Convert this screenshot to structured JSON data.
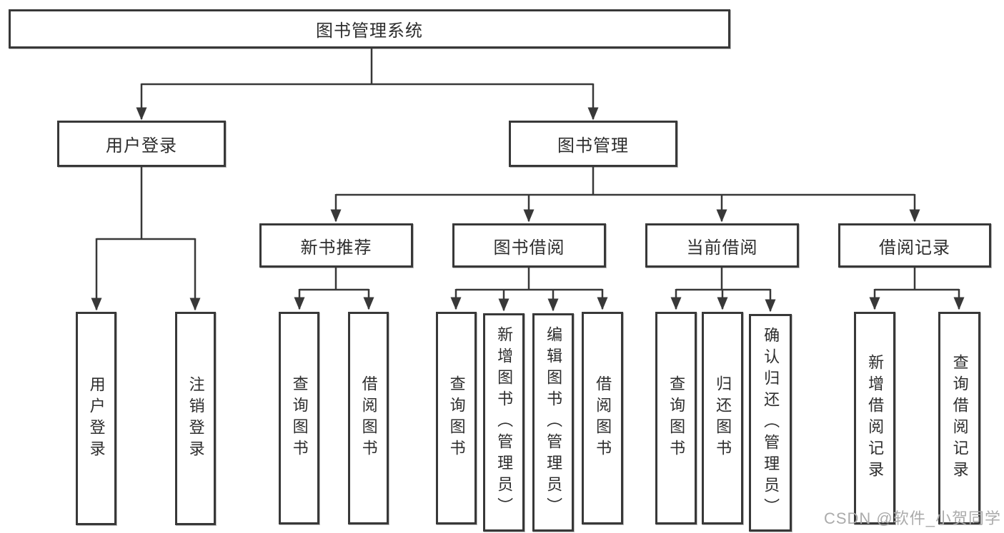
{
  "tree": {
    "root": {
      "label": "图书管理系统",
      "children": [
        {
          "label": "用户登录",
          "children": [
            {
              "label": "用户登录"
            },
            {
              "label": "注销登录"
            }
          ]
        },
        {
          "label": "图书管理",
          "children": [
            {
              "label": "新书推荐",
              "children": [
                {
                  "label": "查询图书"
                },
                {
                  "label": "借阅图书"
                }
              ]
            },
            {
              "label": "图书借阅",
              "children": [
                {
                  "label": "查询图书"
                },
                {
                  "label": "新增图书（管理员）"
                },
                {
                  "label": "编辑图书（管理员）"
                },
                {
                  "label": "借阅图书"
                }
              ]
            },
            {
              "label": "当前借阅",
              "children": [
                {
                  "label": "查询图书"
                },
                {
                  "label": "归还图书"
                },
                {
                  "label": "确认归还（管理员）"
                }
              ]
            },
            {
              "label": "借阅记录",
              "children": [
                {
                  "label": "新增借阅记录"
                },
                {
                  "label": "查询借阅记录"
                }
              ]
            }
          ]
        }
      ]
    }
  },
  "watermark": "CSDN @软件_小贺同学",
  "colors": {
    "line": "#383838",
    "text": "#2d2d2d",
    "box_background": "#ffffff",
    "watermark": "#ababab"
  }
}
